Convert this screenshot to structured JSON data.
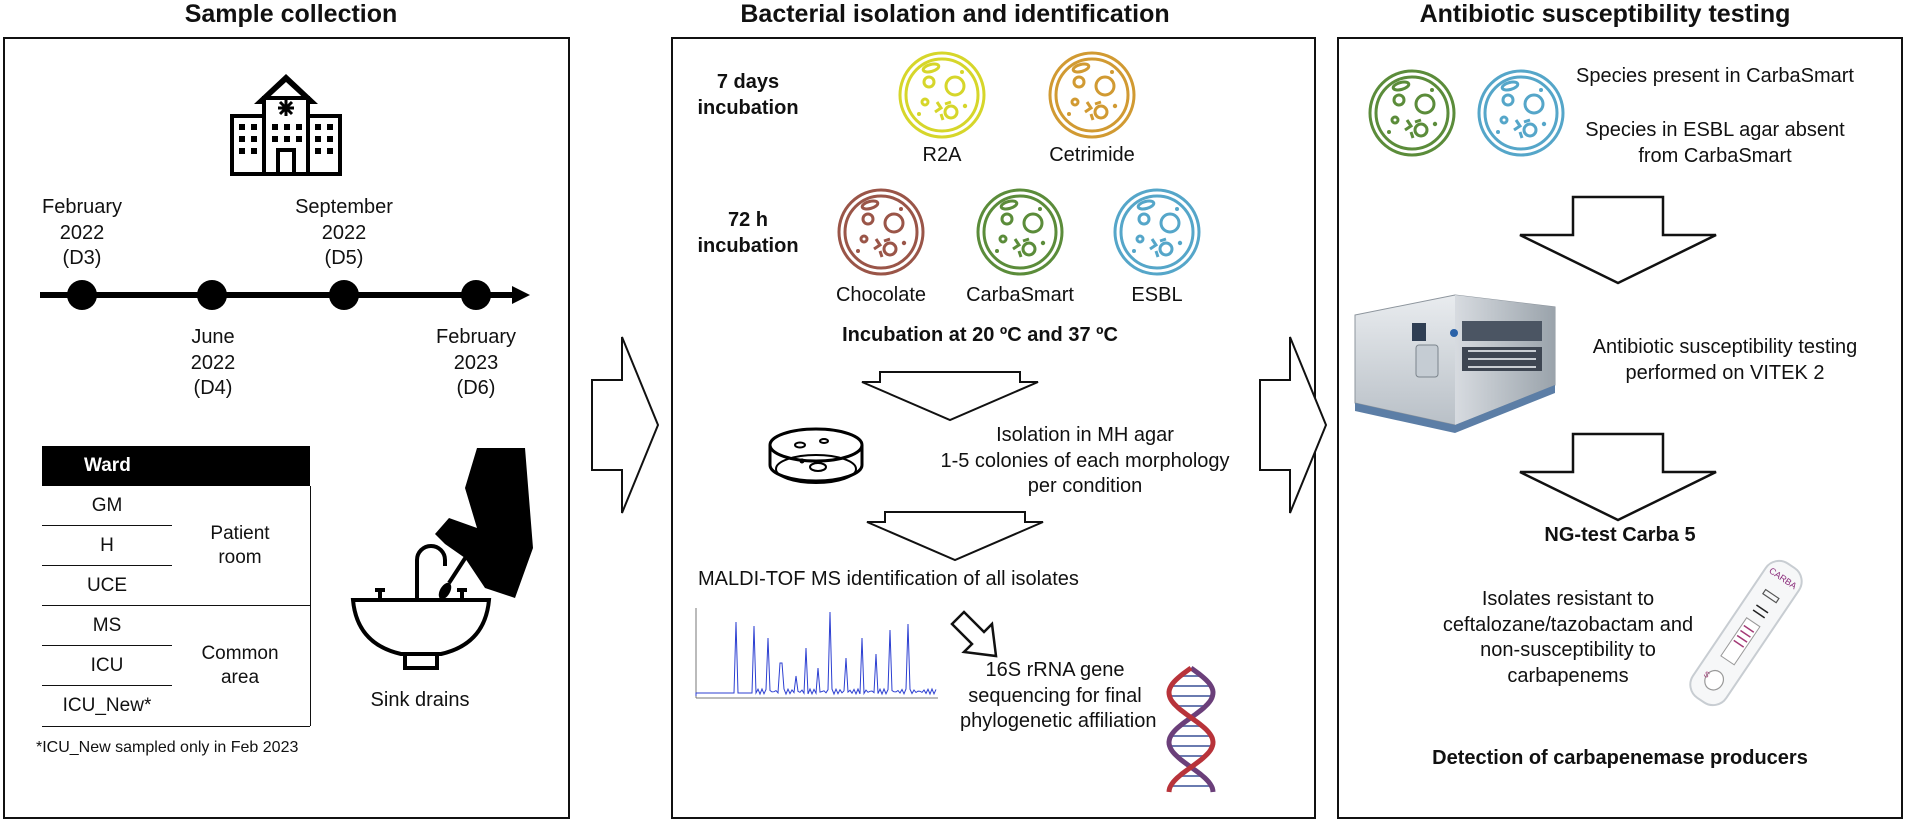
{
  "panels": {
    "sample": {
      "title": "Sample collection",
      "timeline_top": [
        {
          "l1": "February",
          "l2": "2022",
          "l3": "(D3)"
        },
        {
          "l1": "September",
          "l2": "2022",
          "l3": "(D5)"
        }
      ],
      "timeline_bottom": [
        {
          "l1": "June",
          "l2": "2022",
          "l3": "(D4)"
        },
        {
          "l1": "February",
          "l2": "2023",
          "l3": "(D6)"
        }
      ],
      "table": {
        "header": "Ward",
        "rows": [
          "GM",
          "H",
          "UCE",
          "MS",
          "ICU",
          "ICU_New*"
        ],
        "group1": {
          "l1": "Patient",
          "l2": "room"
        },
        "group2": {
          "l1": "Common",
          "l2": "area"
        }
      },
      "sink_label": "Sink drains",
      "footnote": "*ICU_New sampled only in Feb 2023"
    },
    "isolation": {
      "title": "Bacterial isolation and identification",
      "days7": {
        "l1": "7 days",
        "l2": "incubation"
      },
      "h72": {
        "l1": "72 h",
        "l2": "incubation"
      },
      "media": {
        "r2a": "R2A",
        "cetrimide": "Cetrimide",
        "chocolate": "Chocolate",
        "carbasmart": "CarbaSmart",
        "esbl": "ESBL"
      },
      "incubation_temp": "Incubation at 20 ºC and 37 ºC",
      "isolation_text": {
        "l1": "Isolation in MH agar",
        "l2": "1-5 colonies of each morphology",
        "l3": "per condition"
      },
      "maldi": "MALDI-TOF MS identification of all isolates",
      "sequencing": {
        "l1": "16S rRNA gene",
        "l2": "sequencing for final",
        "l3": "phylogenetic affiliation"
      }
    },
    "ast": {
      "title": "Antibiotic susceptibility testing",
      "species_carba": "Species present in CarbaSmart",
      "species_esbl": {
        "l1": "Species in ESBL agar absent",
        "l2": "from CarbaSmart"
      },
      "vitek": {
        "l1": "Antibiotic susceptibility testing",
        "l2": "performed on VITEK 2"
      },
      "ngtest": "NG-test Carba 5",
      "resistant": {
        "l1": "Isolates resistant to",
        "l2": "ceftalozane/tazobactam and",
        "l3": "non-susceptibility to",
        "l4": "carbapenems"
      },
      "carba_label": "CARBA",
      "detection": "Detection of carbapenemase producers"
    }
  },
  "colors": {
    "yellow": "#d6d62a",
    "gold": "#d19a32",
    "brown": "#9a5548",
    "green": "#5b8c3a",
    "blue": "#55a6c9",
    "spectrum": "#2c3fd1",
    "dna_purple": "#6b3f7a",
    "dna_red": "#b8333a"
  }
}
